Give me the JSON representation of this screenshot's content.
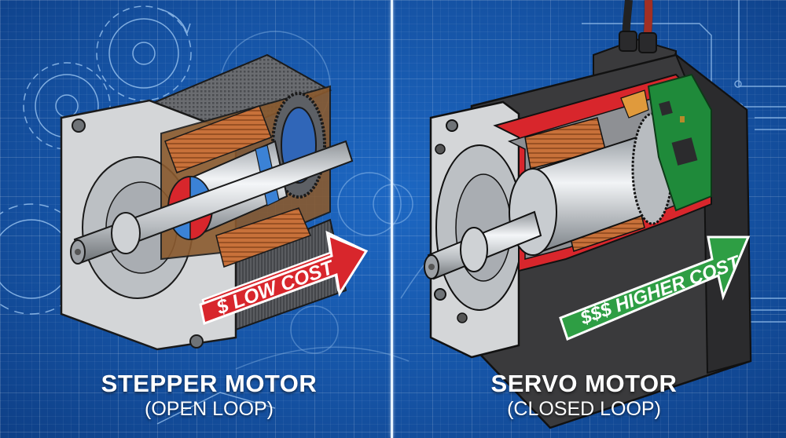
{
  "left_panel": {
    "title": "STEPPER MOTOR",
    "subtitle": "(OPEN LOOP)",
    "cost_badge": "$ LOW COST",
    "badge_color": "#d8262c",
    "features": [
      "gear",
      "rotor-magnet-poles",
      "stator-coils",
      "shaft"
    ]
  },
  "right_panel": {
    "title": "SERVO MOTOR",
    "subtitle": "(CLOSED LOOP)",
    "cost_badge": "$$$ HIGHER COST",
    "badge_color": "#2e9e44",
    "features": [
      "power-cables",
      "encoder-pcb",
      "stator-coils",
      "shaft"
    ]
  },
  "colors": {
    "background": "#1656a8",
    "grid": "#5b92d6",
    "divider": "#e6f3ff",
    "copper": "#c8713a",
    "housing_light": "#d4d6d8",
    "housing_dark": "#3a3a3c",
    "cutaway_red": "#d8262c",
    "pcb_green": "#1f8a3a"
  }
}
